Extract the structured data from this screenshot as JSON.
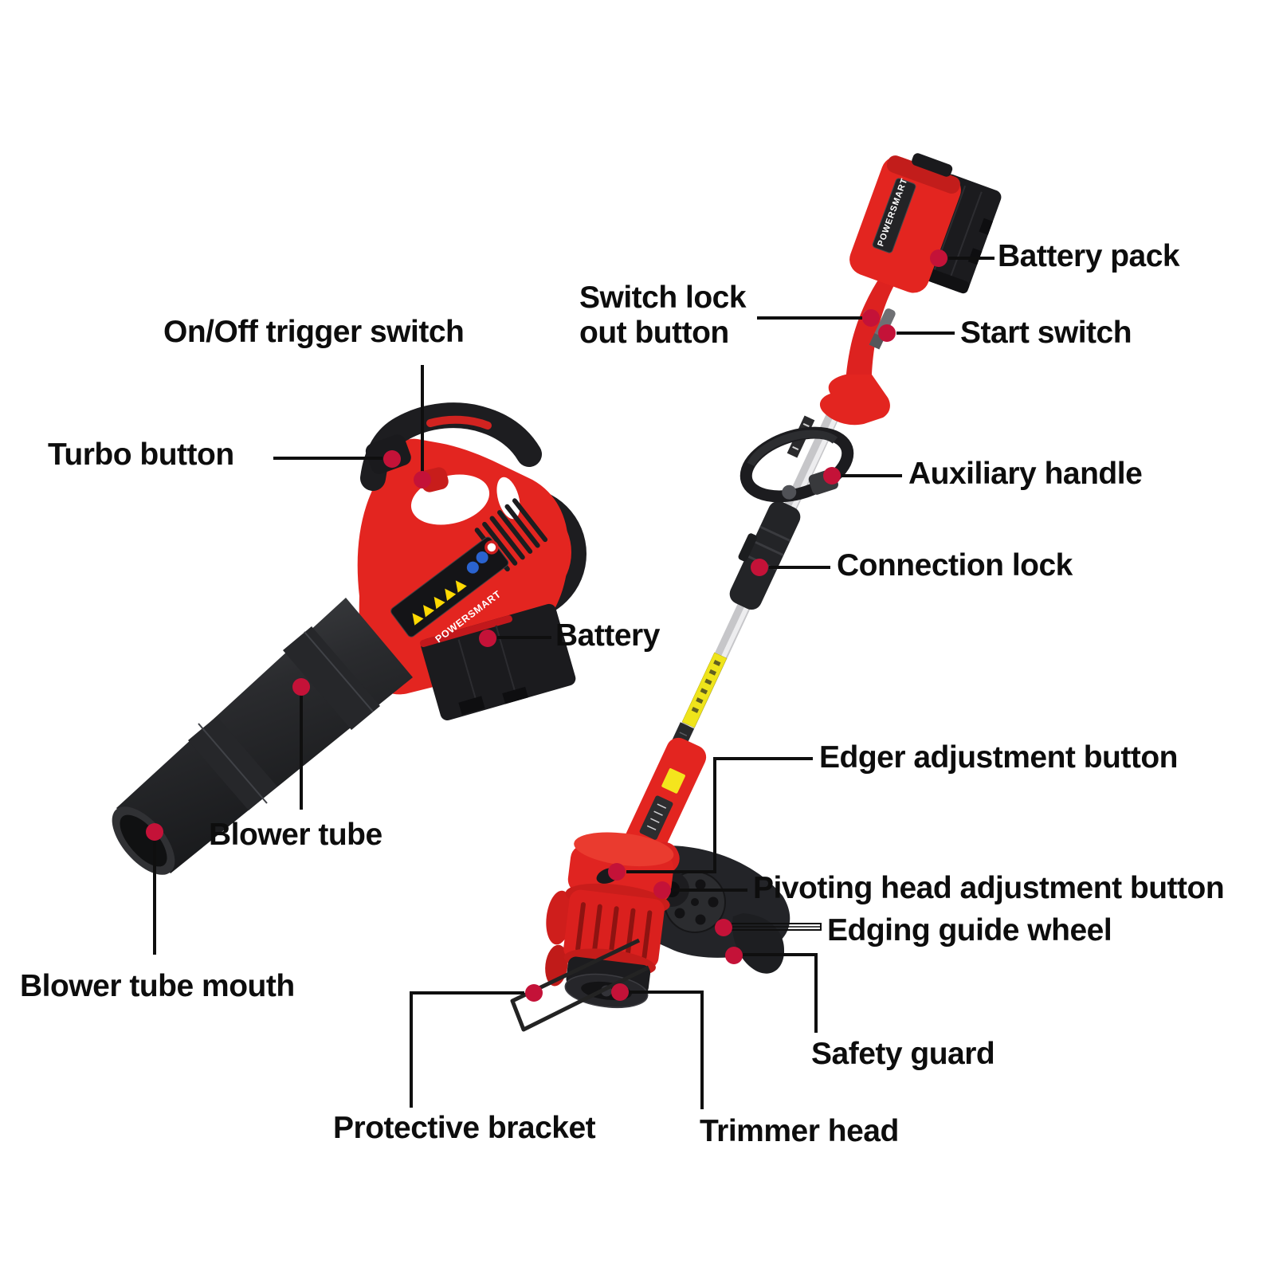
{
  "brand": "POWERSMART",
  "colors": {
    "background": "#ffffff",
    "tool_red": "#e32520",
    "part_black": "#1b1b1e",
    "shaft_silver": "#c6c6c9",
    "warning_yellow": "#ffd903",
    "callout_dot": "#c41238",
    "leader_line": "#0f0f0f",
    "label_text": "#0d0d0d"
  },
  "blower": {
    "labels": {
      "on_off_trigger_switch": "On/Off trigger switch",
      "turbo_button": "Turbo button",
      "battery": "Battery",
      "blower_tube": "Blower tube",
      "blower_tube_mouth": "Blower tube mouth"
    }
  },
  "trimmer": {
    "labels": {
      "switch_lock_out_button": "Switch lock out button",
      "battery_pack": "Battery pack",
      "start_switch": "Start switch",
      "auxiliary_handle": "Auxiliary handle",
      "connection_lock": "Connection lock",
      "edger_adjustment_button": "Edger adjustment button",
      "pivoting_head_adjustment_button": "Pivoting head adjustment button",
      "edging_guide_wheel": "Edging guide wheel",
      "safety_guard": "Safety guard",
      "trimmer_head": "Trimmer head",
      "protective_bracket": "Protective bracket"
    }
  }
}
